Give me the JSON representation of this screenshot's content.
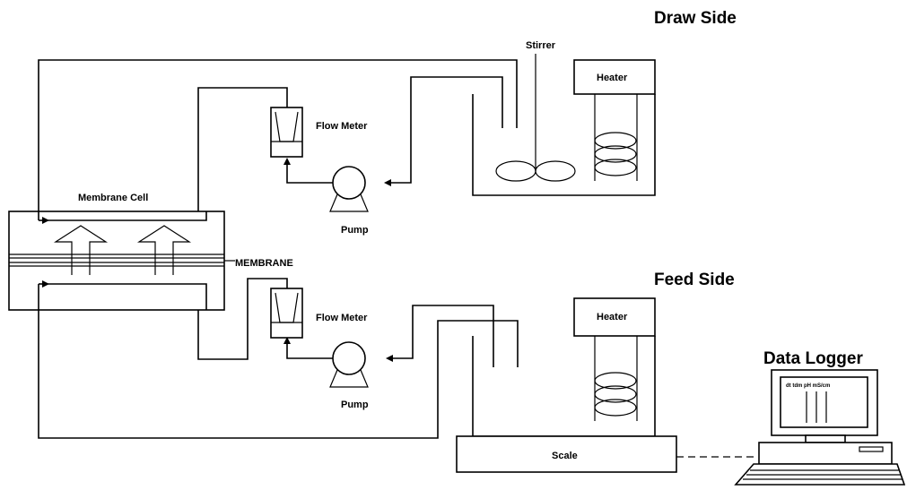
{
  "labels": {
    "draw_side": "Draw Side",
    "feed_side": "Feed Side",
    "stirrer": "Stirrer",
    "heater_top": "Heater",
    "heater_bottom": "Heater",
    "flow_meter_top": "Flow Meter",
    "flow_meter_bottom": "Flow Meter",
    "pump_top": "Pump",
    "pump_bottom": "Pump",
    "membrane_cell": "Membrane Cell",
    "membrane": "MEMBRANE",
    "scale": "Scale",
    "data_logger": "Data Logger",
    "logger_channels": "dt  tdm  pH  mS/cm"
  },
  "colors": {
    "line": "#000000",
    "background": "#ffffff"
  }
}
